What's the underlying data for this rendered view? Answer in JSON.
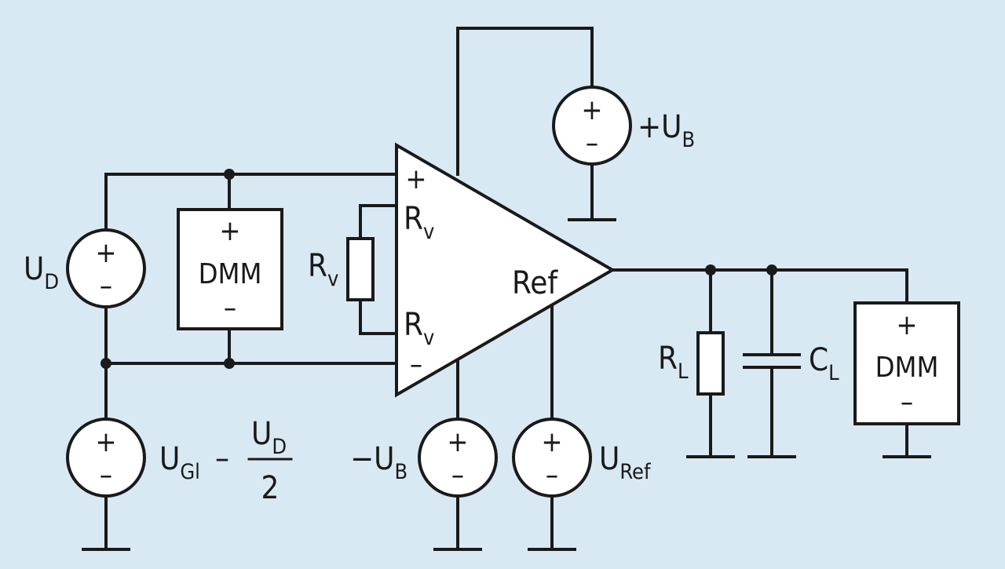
{
  "colors": {
    "background": "#d9e9f3",
    "line": "#1a1a1a",
    "fill": "#ffffff"
  },
  "opamp": {
    "plus_sign": "+",
    "minus_sign": "–",
    "ref_label": "Ref",
    "rv_top": {
      "main": "R",
      "sub": "v"
    },
    "rv_bottom": {
      "main": "R",
      "sub": "v"
    }
  },
  "resistor_rv": {
    "main": "R",
    "sub": "v"
  },
  "source_ud": {
    "main": "U",
    "sub": "D",
    "plus": "+",
    "minus": "–"
  },
  "dmm_left": {
    "label": "DMM",
    "plus": "+",
    "minus": "–"
  },
  "source_ugl": {
    "main": "U",
    "sub": "Gl",
    "minus_sign": "–",
    "frac_num_main": "U",
    "frac_num_sub": "D",
    "frac_den": "2",
    "plus": "+",
    "minus": "–"
  },
  "source_ub_pos": {
    "prefix": "+",
    "main": "U",
    "sub": "B",
    "plus": "+",
    "minus": "–"
  },
  "source_ub_neg": {
    "prefix": "−",
    "main": "U",
    "sub": "B",
    "plus": "+",
    "minus": "–"
  },
  "source_uref": {
    "main": "U",
    "sub": "Ref",
    "plus": "+",
    "minus": "–"
  },
  "resistor_rl": {
    "main": "R",
    "sub": "L"
  },
  "capacitor_cl": {
    "main": "C",
    "sub": "L"
  },
  "dmm_right": {
    "label": "DMM",
    "plus": "+",
    "minus": "–"
  }
}
